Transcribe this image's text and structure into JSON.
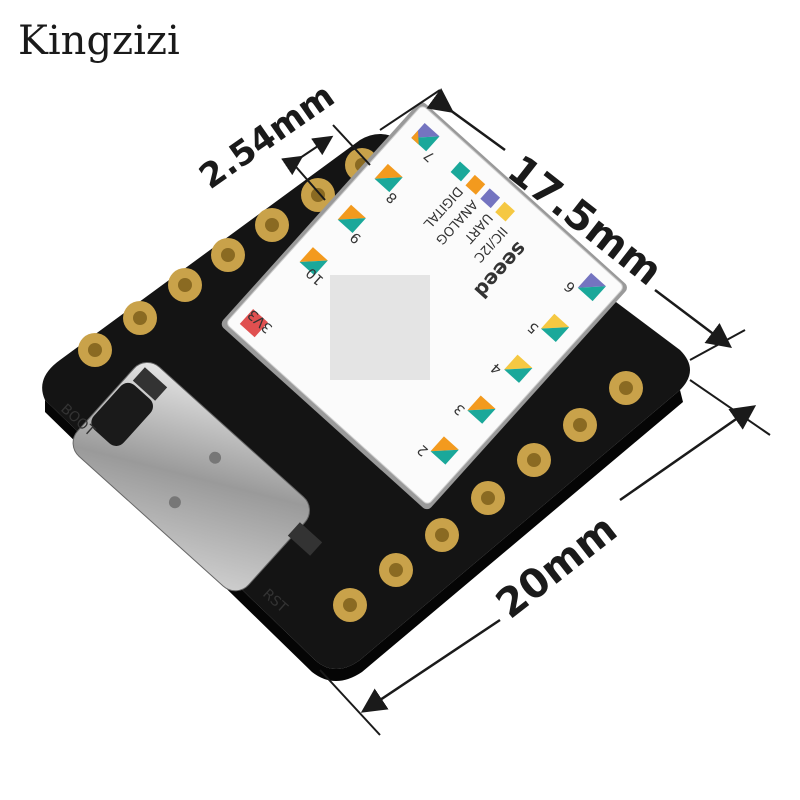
{
  "brand": "Kingzizi",
  "dimensions": {
    "pitch": "2.54mm",
    "width": "17.5mm",
    "length": "20mm"
  },
  "board": {
    "logo": "seeed",
    "power_label": "3V3",
    "pins_top": [
      "7",
      "8",
      "9",
      "10"
    ],
    "pins_bottom": [
      "6",
      "5",
      "4",
      "3",
      "2"
    ],
    "legend": [
      "DIGITAL",
      "ANALOG",
      "UART",
      "IIC/I2C"
    ],
    "buttons": [
      "RST",
      "BOOT"
    ]
  },
  "colors": {
    "digital": "#1aa89a",
    "analog": "#f39a1e",
    "uart": "#7474c0",
    "i2c": "#f5c842",
    "power": "#e05050",
    "pcb": "#121212",
    "pad": "#c9a24a"
  }
}
